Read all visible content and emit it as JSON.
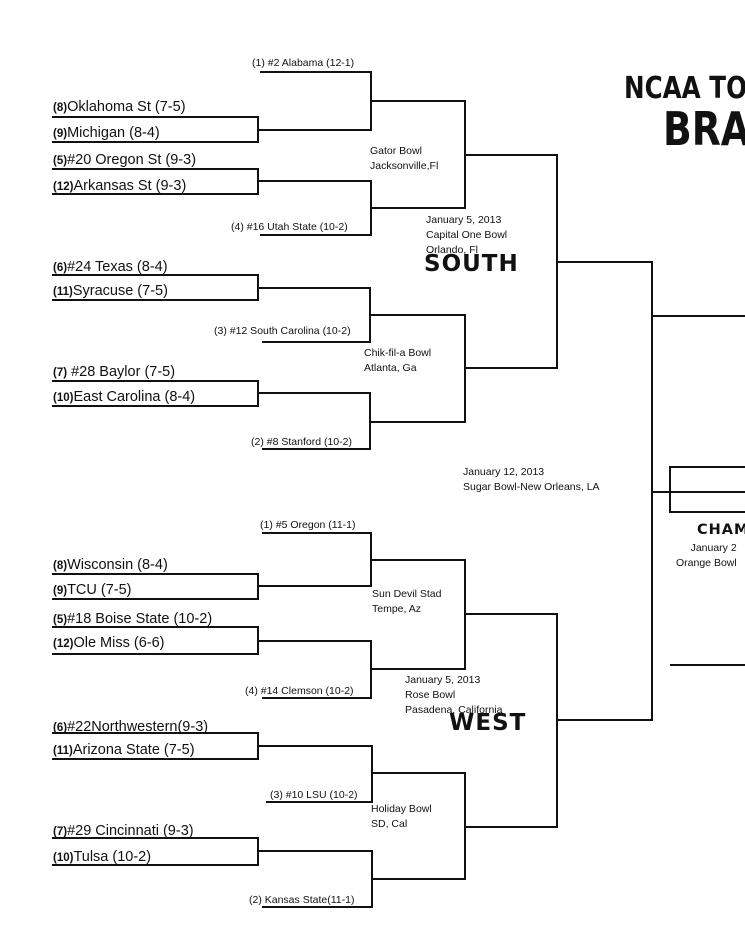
{
  "title": {
    "line1": "NCAA TOU",
    "line2": "BRA"
  },
  "south": {
    "region": "SOUTH",
    "teams": [
      {
        "seed": "(8)",
        "name": "Oklahoma St (7-5)"
      },
      {
        "seed": "(9)",
        "name": "Michigan (8-4)"
      },
      {
        "seed": "(5)",
        "name": "#20 Oregon St (9-3)"
      },
      {
        "seed": "(12)",
        "name": "Arkansas St (9-3)"
      },
      {
        "seed": "(6)",
        "name": "#24 Texas (8-4)"
      },
      {
        "seed": "(11)",
        "name": "Syracuse (7-5)"
      },
      {
        "seed": "(7)",
        "name": " #28 Baylor (7-5)"
      },
      {
        "seed": "(10)",
        "name": "East Carolina (8-4)"
      }
    ],
    "byes": [
      "(1) #2 Alabama (12-1)",
      "(4) #16 Utah State (10-2)",
      "(3) #12 South Carolina (10-2)",
      "(2) #8 Stanford (10-2)"
    ],
    "bowls": [
      "Gator Bowl\nJacksonville,Fl",
      "Chik-fil-a Bowl\nAtlanta, Ga"
    ],
    "regional_final": "January 5, 2013\nCapital One Bowl\nOrlando, Fl"
  },
  "west": {
    "region": "WEST",
    "teams": [
      {
        "seed": "(8)",
        "name": "Wisconsin (8-4)"
      },
      {
        "seed": "(9)",
        "name": "TCU (7-5)"
      },
      {
        "seed": "(5)",
        "name": "#18 Boise State (10-2)"
      },
      {
        "seed": "(12)",
        "name": "Ole Miss (6-6)"
      },
      {
        "seed": "(6)",
        "name": "#22Northwestern(9-3)"
      },
      {
        "seed": "(11)",
        "name": "Arizona State (7-5)"
      },
      {
        "seed": "(7)",
        "name": "#29 Cincinnati (9-3)"
      },
      {
        "seed": "(10)",
        "name": "Tulsa (10-2)"
      }
    ],
    "byes": [
      "(1) #5 Oregon (11-1)",
      "(4) #14 Clemson (10-2)",
      "(3) #10 LSU (10-2)",
      "(2) Kansas State(11-1)"
    ],
    "bowls": [
      "Sun Devil Stad\nTempe, Az",
      "Holiday Bowl\nSD, Cal"
    ],
    "regional_final": "January 5, 2013\nRose Bowl\nPasadena, California"
  },
  "semifinal": "January 12, 2013\nSugar Bowl-New Orleans, LA",
  "championship": {
    "label": "CHAM",
    "info": "January 2\nOrange Bowl"
  }
}
